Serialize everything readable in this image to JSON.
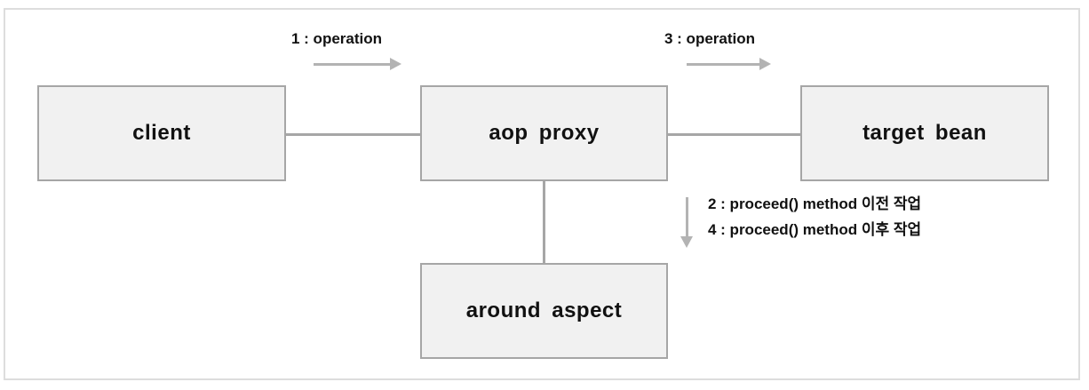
{
  "diagram": {
    "boxes": [
      {
        "id": "client",
        "label": "client"
      },
      {
        "id": "aop-proxy",
        "label": "aop proxy"
      },
      {
        "id": "target-bean",
        "label": "target bean"
      },
      {
        "id": "around-aspect",
        "label": "around aspect"
      }
    ],
    "annotations": {
      "step1": "1 : operation",
      "step3": "3 : operation",
      "step2": "2 : proceed() method 이전 작업",
      "step4": "4 : proceed() method 이후 작업"
    },
    "colors": {
      "box_fill": "#f1f1f1",
      "box_border": "#a6a6a6",
      "connector": "#a6a6a6",
      "arrow": "#b3b3b3",
      "frame_border": "#dddddd",
      "text": "#111111"
    }
  }
}
